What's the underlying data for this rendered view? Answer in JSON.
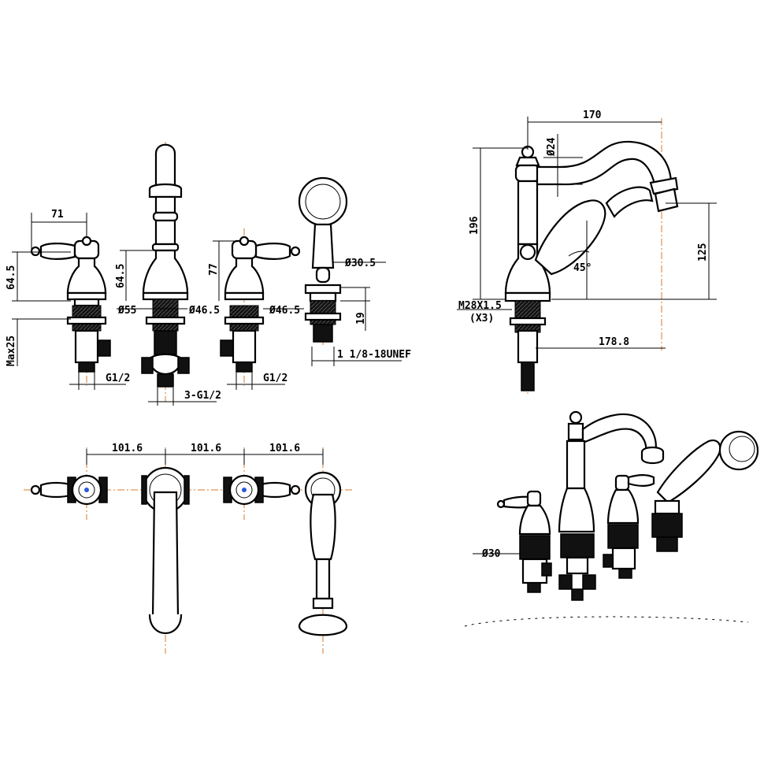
{
  "dims": {
    "handle_reach": "71",
    "height_left": "64.5",
    "max_deck": "Max25",
    "spout_height": "64.5",
    "dia_55": "Ø55",
    "dia_46_5_a": "Ø46.5",
    "height_77": "77",
    "dia_46_5_b": "Ø46.5",
    "dia_30_5": "Ø30.5",
    "dim_19": "19",
    "thread_hand": "1 1/8-18UNEF",
    "g_left": "G1/2",
    "g_right": "G1/2",
    "g_center": "3-G1/2",
    "spout_reach": "170",
    "dia_24": "Ø24",
    "total_height": "196",
    "spout_outlet_h": "125",
    "angle": "45°",
    "thread_m28": "M28X1.5",
    "qty": "(X3)",
    "reach_178": "178.8",
    "spacing_1": "101.6",
    "spacing_2": "101.6",
    "spacing_3": "101.6",
    "dia_30": "Ø30"
  }
}
